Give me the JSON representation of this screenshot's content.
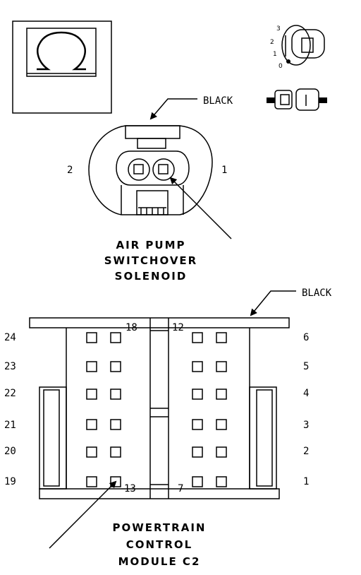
{
  "icons": {
    "ohm_symbol": "ohm-icon",
    "ignition_key": "ignition-key-icon",
    "connector_side": "connector-side-icon"
  },
  "key_positions": [
    "3",
    "2",
    "1",
    "0"
  ],
  "solenoid": {
    "color_label": "BLACK",
    "pin_left": "2",
    "pin_right": "1",
    "title_lines": [
      "AIR PUMP",
      "SWITCHOVER",
      "SOLENOID"
    ]
  },
  "pcm": {
    "color_label": "BLACK",
    "left_pins": [
      "24",
      "23",
      "22",
      "21",
      "20",
      "19"
    ],
    "right_pins": [
      "6",
      "5",
      "4",
      "3",
      "2",
      "1"
    ],
    "inner_top_left": "18",
    "inner_top_right": "12",
    "inner_bottom_left": "13",
    "inner_bottom_right": "7",
    "title_lines": [
      "POWERTRAIN",
      "CONTROL",
      "MODULE C2"
    ]
  }
}
